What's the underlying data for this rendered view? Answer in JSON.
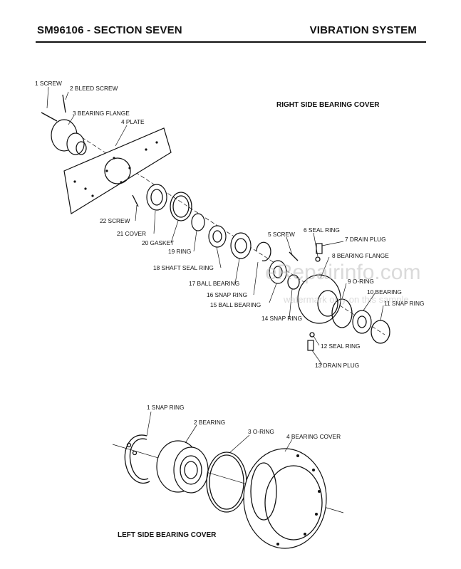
{
  "header": {
    "left": "SM96106 - SECTION SEVEN",
    "right": "VIBRATION SYSTEM"
  },
  "right_cover": {
    "caption": "RIGHT SIDE BEARING COVER",
    "labels": {
      "l1": "1  SCREW",
      "l2": "2  BLEED SCREW",
      "l3": "3  BEARING FLANGE",
      "l4": "4  PLATE",
      "l22": "22  SCREW",
      "l21": "21  COVER",
      "l20": "20 GASKET",
      "l19": "19  RING",
      "l18": "18  SHAFT SEAL RING",
      "l17": "17  BALL BEARING",
      "l16": "16 SNAP RING",
      "l15": "15 BALL BEARING",
      "l14": "14  SNAP RING",
      "l5": "5  SCREW",
      "l6": "6  SEAL RING",
      "l7": "7  DRAIN PLUG",
      "l8": "8  BEARING FLANGE",
      "l9": "9  O-RING",
      "l10": "10  BEARING",
      "l11": "11  SNAP RING",
      "l12": "12  SEAL RING",
      "l13": "13  DRAIN PLUG"
    }
  },
  "left_cover": {
    "caption": "LEFT SIDE BEARING COVER",
    "labels": {
      "l1": "1  SNAP RING",
      "l2": "2  BEARING",
      "l3": "3  O-RING",
      "l4": "4  BEARING COVER"
    }
  },
  "watermark": {
    "main": "eRepairinfo.com",
    "sub": "watermark only on this sample"
  }
}
